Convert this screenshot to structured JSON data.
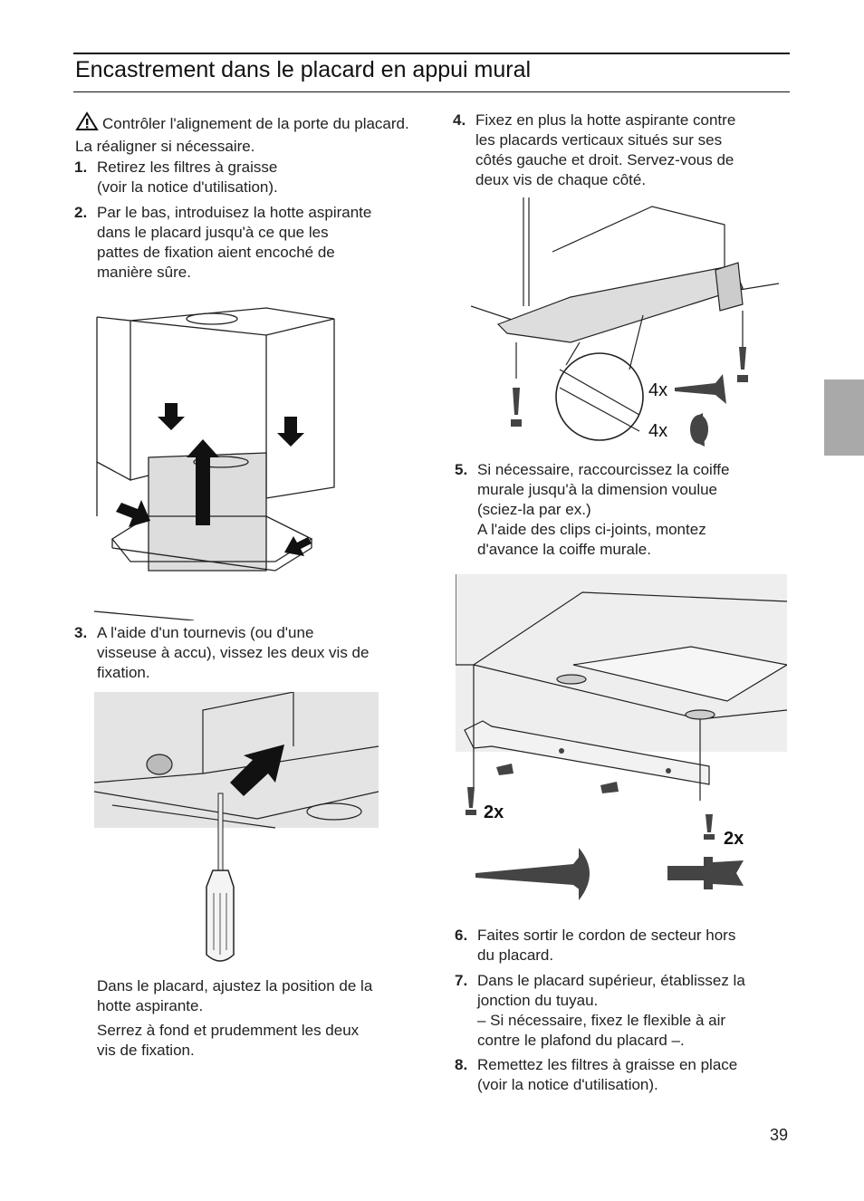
{
  "header": {
    "title": "Encastrement dans le placard en appui mural"
  },
  "left": {
    "warning_text": "Contrôler l'alignement de la porte du placard. La réaligner si nécessaire.",
    "steps": [
      {
        "num": "1.",
        "lines": [
          "Retirez les filtres à graisse",
          "(voir la notice d'utilisation)."
        ]
      },
      {
        "num": "2.",
        "lines": [
          "Par le bas, introduisez la hotte aspirante",
          "dans le placard jusqu'à ce que les",
          "pattes de fixation aient encoché de",
          "manière sûre."
        ]
      },
      {
        "num": "3.",
        "lines": [
          "A l'aide d'un tournevis (ou d'une",
          "visseuse à accu), vissez les deux vis de",
          "fixation."
        ]
      }
    ],
    "extra_paragraphs": [
      [
        "Dans le placard, ajustez la position de la",
        "hotte aspirante."
      ],
      [
        "Serrez à fond et prudemment les deux",
        "vis de fixation."
      ]
    ]
  },
  "right": {
    "steps": [
      {
        "num": "4.",
        "lines": [
          "Fixez en plus la hotte aspirante contre",
          "les placards verticaux situés sur ses",
          "côtés gauche et droit. Servez-vous de",
          "deux vis de chaque côté."
        ]
      },
      {
        "num": "5.",
        "lines": [
          "Si nécessaire, raccourcissez la coiffe",
          "murale jusqu'à la dimension voulue",
          "(sciez-la par ex.)",
          "A l'aide des clips ci-joints, montez",
          "d'avance la coiffe murale."
        ]
      },
      {
        "num": "6.",
        "lines": [
          "Faites sortir le cordon de secteur hors",
          "du placard."
        ]
      },
      {
        "num": "7.",
        "lines": [
          "Dans le placard supérieur, établissez la",
          "jonction du tuyau.",
          "– Si nécessaire, fixez le flexible à air",
          "contre le plafond du placard –."
        ]
      },
      {
        "num": "8.",
        "lines": [
          "Remettez les filtres à graisse en place",
          "(voir la notice d'utilisation)."
        ]
      }
    ],
    "figure4_labels": {
      "screws": "4x",
      "caps": "4x"
    },
    "figure5_labels": {
      "screws": "2x",
      "clips": "2x"
    }
  },
  "footer": {
    "page_number": "39"
  },
  "colors": {
    "side_tab": "#a9a9a9",
    "rule": "#111111"
  }
}
